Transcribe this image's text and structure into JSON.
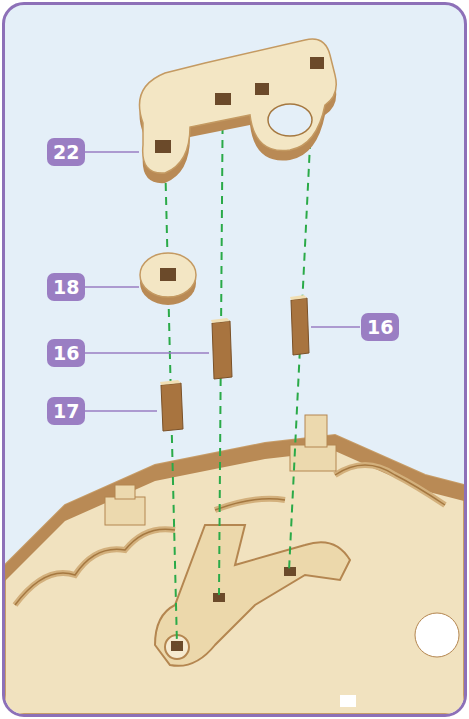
{
  "diagram": {
    "labels": [
      "22",
      "18",
      "16",
      "17",
      "16"
    ]
  }
}
